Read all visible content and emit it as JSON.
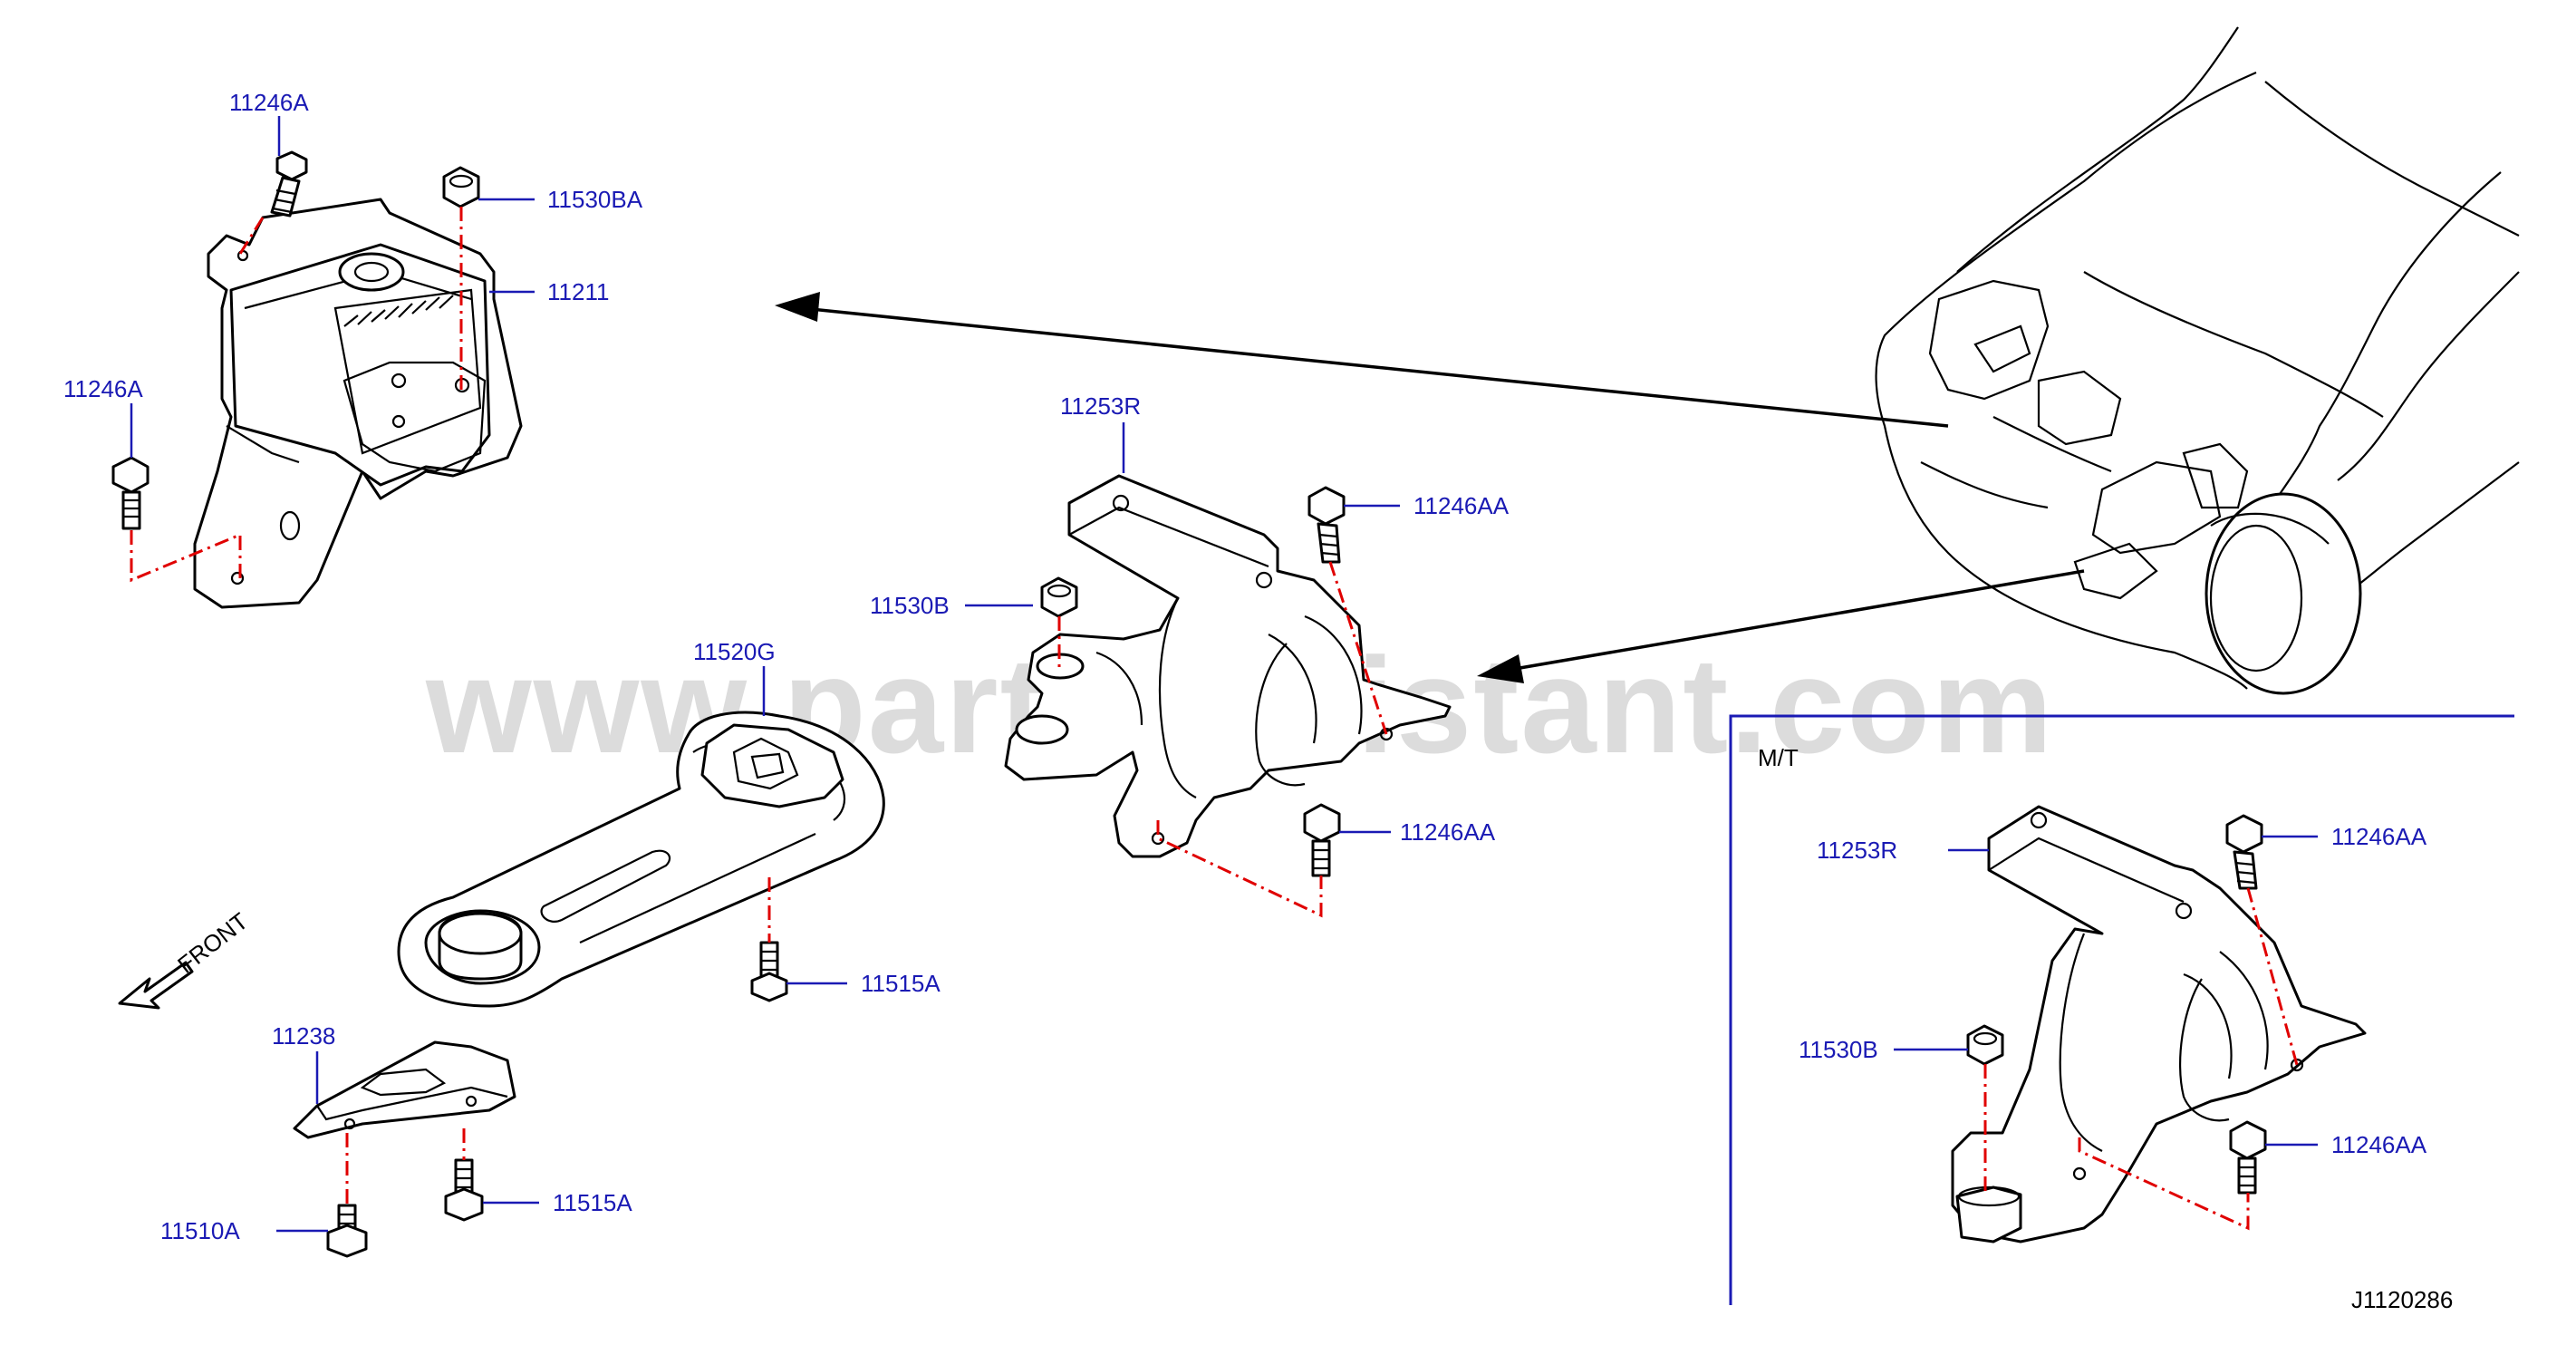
{
  "watermark": "www.partsassistant.com",
  "diagram_id": "J1120286",
  "front_label": "FRONT",
  "section_label": "M/T",
  "colors": {
    "callout": "#1a1ab4",
    "centerline": "#e00000",
    "outline": "#000000",
    "watermark": "#dcdcdc"
  },
  "callouts": {
    "c11246a_top": "11246A",
    "c11530ba": "11530BA",
    "c11211": "11211",
    "c11246a_left": "11246A",
    "c11253r_main": "11253R",
    "c11246aa_top": "11246AA",
    "c11530b_main": "11530B",
    "c11520g": "11520G",
    "c11246aa_mid": "11246AA",
    "c11515a_mid": "11515A",
    "c11238": "11238",
    "c11510a": "11510A",
    "c11515a_low": "11515A",
    "c11253r_mt": "11253R",
    "c11246aa_mt_top": "11246AA",
    "c11530b_mt": "11530B",
    "c11246aa_mt_low": "11246AA"
  }
}
